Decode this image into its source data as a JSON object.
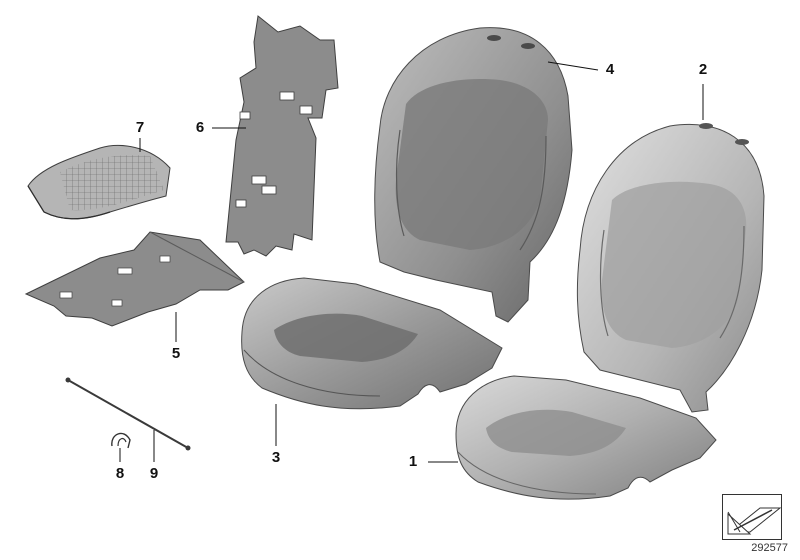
{
  "callouts": [
    {
      "id": "1",
      "label": "1"
    },
    {
      "id": "2",
      "label": "2"
    },
    {
      "id": "3",
      "label": "3"
    },
    {
      "id": "4",
      "label": "4"
    },
    {
      "id": "5",
      "label": "5"
    },
    {
      "id": "6",
      "label": "6"
    },
    {
      "id": "7",
      "label": "7"
    },
    {
      "id": "8",
      "label": "8"
    },
    {
      "id": "9",
      "label": "9"
    }
  ],
  "reference_number": "292577",
  "colors": {
    "part_fill": "#a6a6a6",
    "part_dark": "#6e6e6e",
    "part_edge": "#4a4a4a",
    "line": "#111111"
  }
}
